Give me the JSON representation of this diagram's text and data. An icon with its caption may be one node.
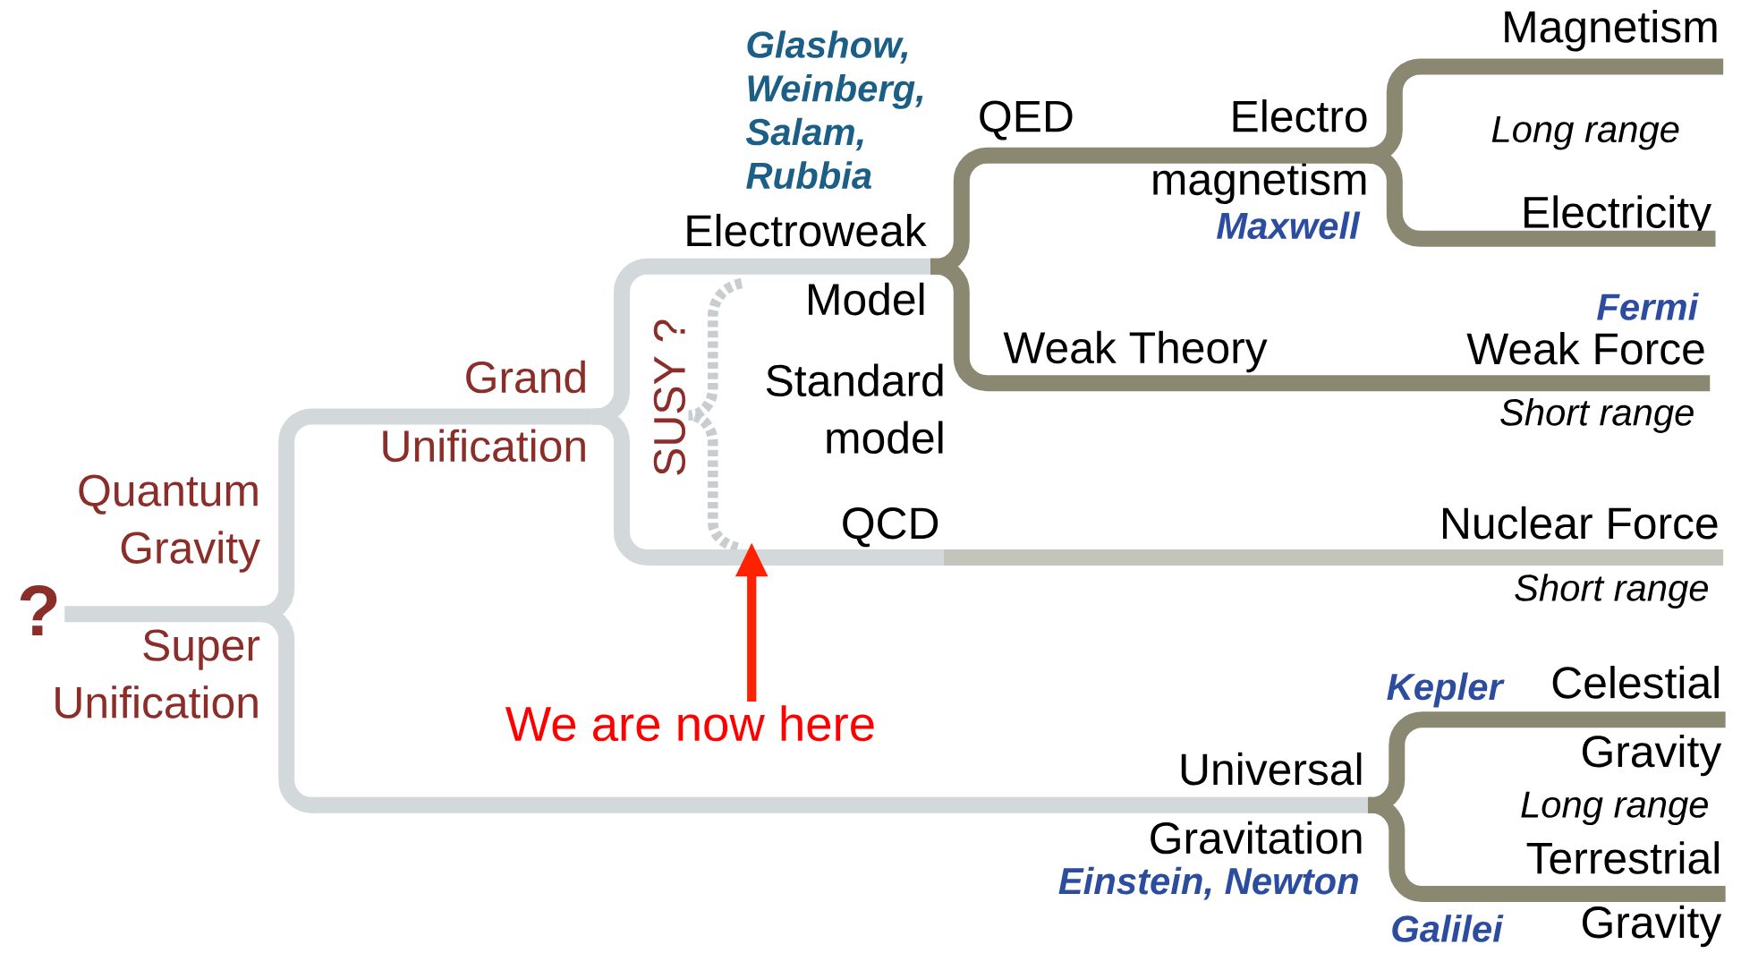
{
  "diagram": {
    "nodes": [
      {
        "text": [
          "?"
        ]
      },
      {
        "text": [
          "Quantum Gravity",
          "Super Unification"
        ]
      },
      {
        "text": [
          "Grand",
          "Unification"
        ]
      },
      {
        "text": [
          "Electroweak",
          "Model"
        ],
        "beside": [
          "Glashow, Weinberg, Salam, Rubbia"
        ]
      },
      {
        "text": [
          "QED",
          "Electro",
          "magnetism"
        ],
        "beside": [
          "Maxwell"
        ]
      },
      {
        "text": [
          "Weak Theory"
        ]
      },
      {
        "text": [
          "QCD"
        ]
      },
      {
        "text": [
          "Magnetism"
        ],
        "beside": [
          "Long range"
        ]
      },
      {
        "text": [
          "Electricity"
        ]
      },
      {
        "text": [
          "Weak Force"
        ],
        "beside": [
          "Fermi",
          "Short range"
        ]
      },
      {
        "text": [
          "Nuclear Force"
        ],
        "beside": [
          "Short range"
        ]
      },
      {
        "text": [
          "Universal",
          "Gravitation"
        ],
        "beside": [
          "Einstein, Newton"
        ]
      },
      {
        "text": [
          "Celestial",
          "Gravity"
        ],
        "beside": [
          "Kepler",
          "Long range"
        ]
      },
      {
        "text": [
          "Terrestrial",
          "Gravity"
        ],
        "beside": [
          "Galilei"
        ]
      },
      {
        "text": [
          "We are now here"
        ]
      }
    ],
    "edges": [
      {
        "from": 0,
        "to": 1,
        "arrow": "none",
        "color": "#d3d8da"
      },
      {
        "from": 1,
        "to": 2,
        "arrow": "none",
        "color": "#d3d8da"
      },
      {
        "from": 1,
        "to": 11,
        "arrow": "none",
        "color": "#d3d8da"
      },
      {
        "from": 2,
        "to": 3,
        "arrow": "none",
        "color": "#d3d8da"
      },
      {
        "from": 2,
        "to": 6,
        "arrow": "none",
        "color": "#d3d8da"
      },
      {
        "from": 3,
        "to": 4,
        "arrow": "none"
      },
      {
        "from": 3,
        "to": 5,
        "arrow": "none"
      },
      {
        "from": 4,
        "to": 7,
        "arrow": "none"
      },
      {
        "from": 4,
        "to": 8,
        "arrow": "none"
      },
      {
        "from": 5,
        "to": 9,
        "arrow": "none"
      },
      {
        "from": 6,
        "to": 10,
        "arrow": "none",
        "color": "#c3c5bb"
      },
      {
        "from": 11,
        "to": 12,
        "arrow": "none"
      },
      {
        "from": 11,
        "to": 13,
        "arrow": "none"
      },
      {
        "from": 14,
        "to": null,
        "arrow": "to",
        "color": "#ff2200"
      }
    ],
    "labels": [
      "SUSY ?",
      "Standard model"
    ]
  }
}
